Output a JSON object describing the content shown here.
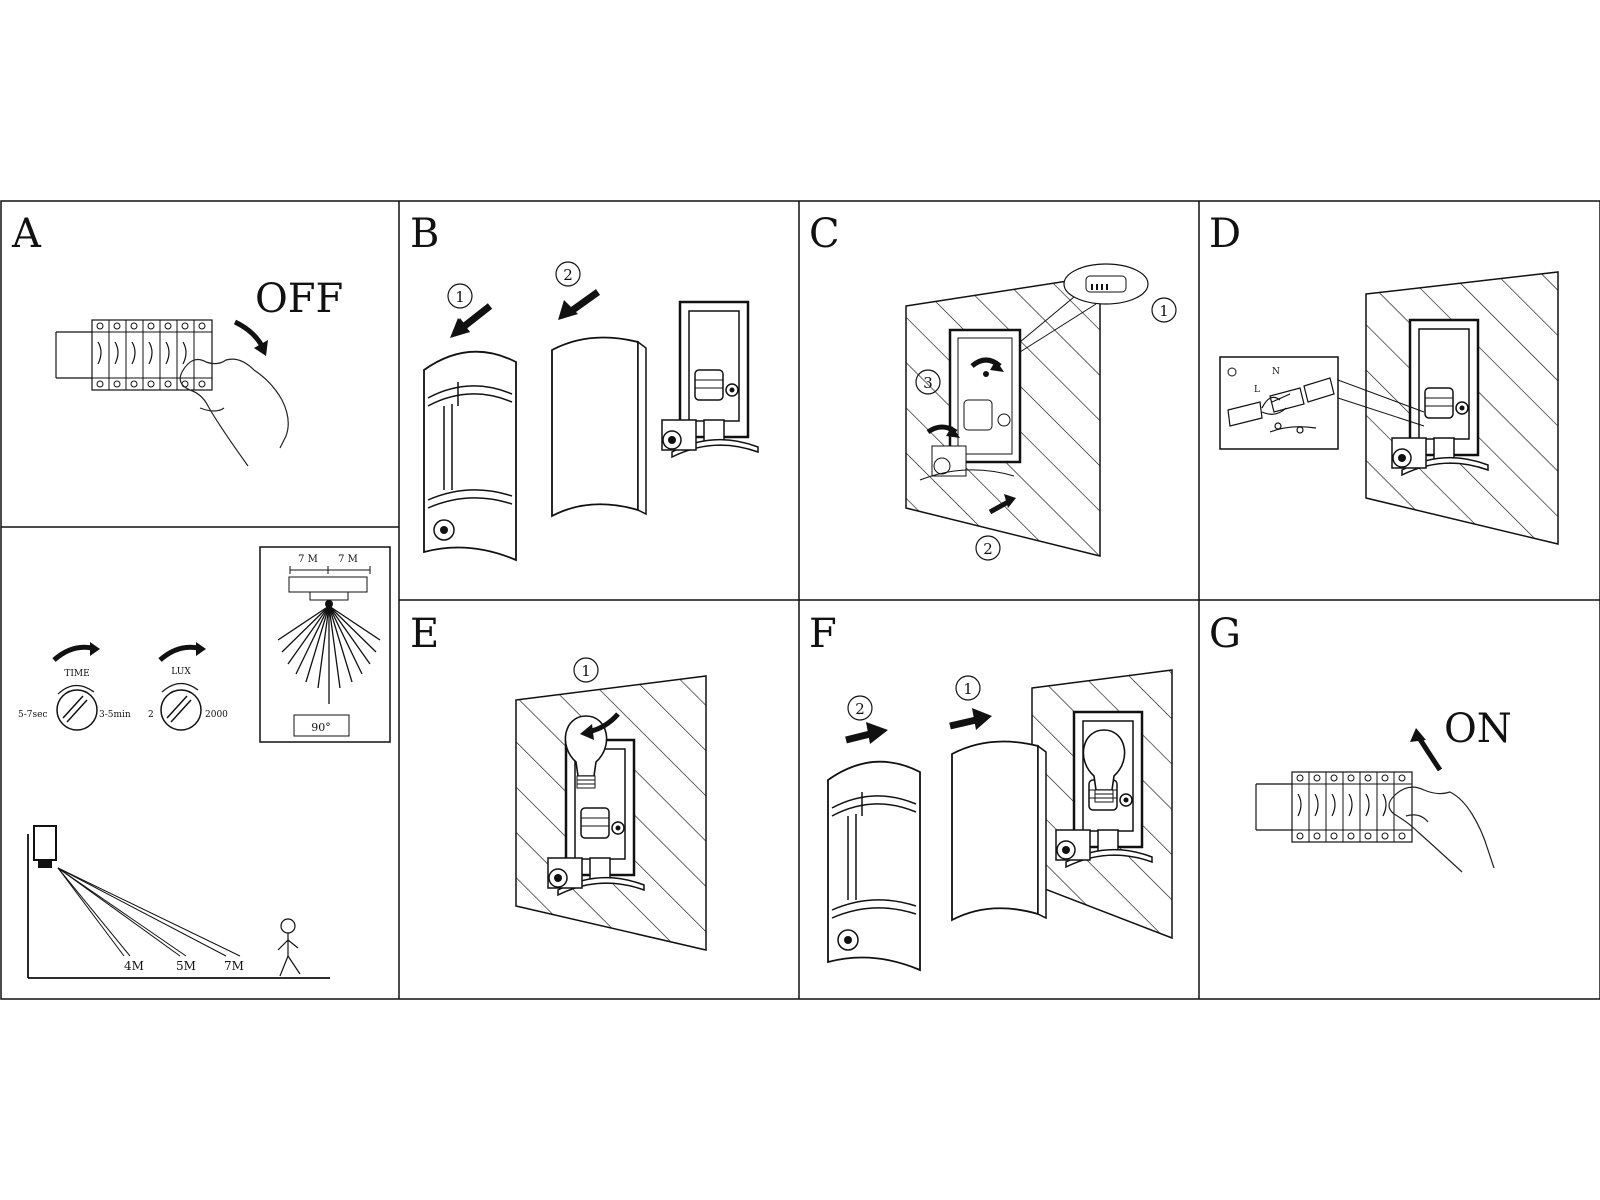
{
  "panels": {
    "a": {
      "letter": "A",
      "switch_label": "OFF"
    },
    "settings": {
      "time_label": "TIME",
      "time_min": "5-7sec",
      "time_max": "3-5min",
      "lux_label": "LUX",
      "lux_min": "2",
      "lux_max": "2000",
      "range_left": "7 M",
      "range_right": "7 M",
      "angle": "90°",
      "dist_1": "4M",
      "dist_2": "5M",
      "dist_3": "7M"
    },
    "b": {
      "letter": "B",
      "step_1": "1",
      "step_2": "2"
    },
    "c": {
      "letter": "C",
      "step_1": "1",
      "step_2": "2",
      "step_3": "3"
    },
    "d": {
      "letter": "D",
      "wire_n": "N",
      "wire_l": "L"
    },
    "e": {
      "letter": "E",
      "step_1": "1"
    },
    "f": {
      "letter": "F",
      "step_1": "1",
      "step_2": "2"
    },
    "g": {
      "letter": "G",
      "switch_label": "ON"
    }
  },
  "colors": {
    "line": "#111111",
    "background": "#ffffff"
  }
}
